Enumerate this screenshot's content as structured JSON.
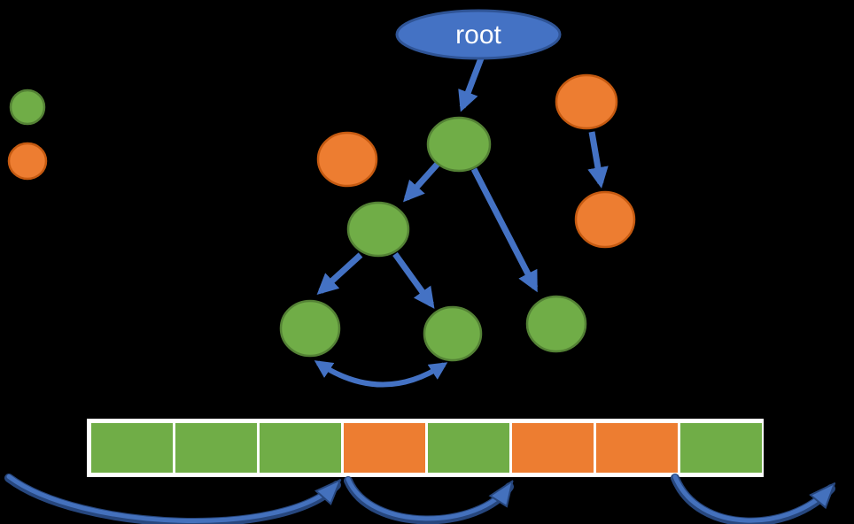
{
  "colors": {
    "background": "#000000",
    "node_green": "#70AD47",
    "node_green_border": "#548235",
    "node_orange": "#ED7D31",
    "node_orange_border": "#C55A11",
    "edge_blue": "#4472C4",
    "root_fill": "#4472C4",
    "root_border": "#2F5496",
    "root_text_color": "#FFFFFF",
    "bar_frame": "#FFFFFF",
    "freelist_dark": "#27477E",
    "freelist_light": "#4471BD"
  },
  "diagram": {
    "root_label": "root",
    "legend": {
      "items": [
        {
          "id": "green-node-sample",
          "color": "#70AD47"
        },
        {
          "id": "orange-node-sample",
          "color": "#ED7D31"
        }
      ]
    },
    "tree": {
      "nodes": [
        {
          "id": "root",
          "type": "root",
          "label": "root"
        },
        {
          "id": "a",
          "type": "green"
        },
        {
          "id": "b",
          "type": "green"
        },
        {
          "id": "c1",
          "type": "green"
        },
        {
          "id": "c2",
          "type": "green"
        },
        {
          "id": "d",
          "type": "green"
        },
        {
          "id": "x-isolated",
          "type": "orange"
        },
        {
          "id": "e",
          "type": "orange"
        },
        {
          "id": "f",
          "type": "orange"
        }
      ],
      "edges": [
        {
          "from": "root",
          "to": "a"
        },
        {
          "from": "a",
          "to": "b"
        },
        {
          "from": "a",
          "to": "d"
        },
        {
          "from": "b",
          "to": "c1"
        },
        {
          "from": "b",
          "to": "c2"
        },
        {
          "from": "c1",
          "to": "c2",
          "bidirectional": true
        },
        {
          "from": "e",
          "to": "f"
        }
      ]
    },
    "memory_bar": {
      "cells": [
        "#70AD47",
        "#70AD47",
        "#70AD47",
        "#ED7D31",
        "#70AD47",
        "#ED7D31",
        "#ED7D31",
        "#70AD47"
      ]
    },
    "free_list_arrows": [
      {
        "from": "outside-left",
        "to": "cell-4-start"
      },
      {
        "from": "cell-4-start",
        "to": "cell-6-start"
      },
      {
        "from": "cell-8-start",
        "to": "outside-right"
      }
    ]
  }
}
